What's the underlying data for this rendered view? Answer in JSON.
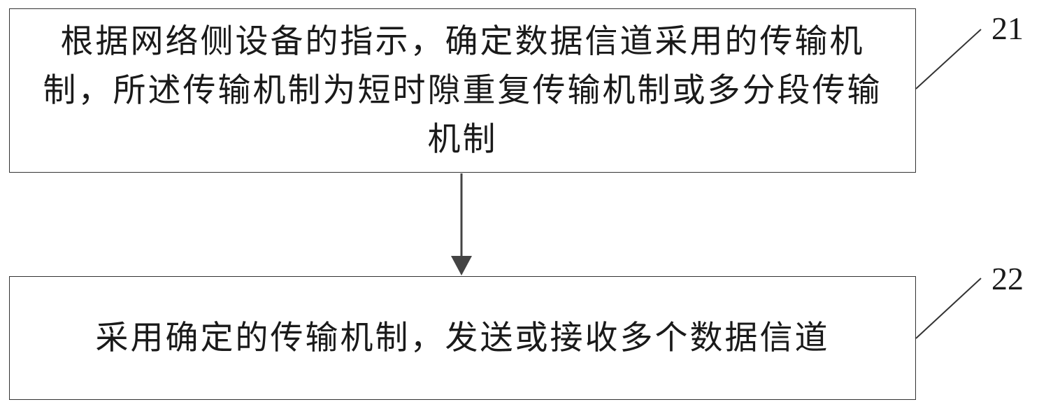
{
  "flowchart": {
    "steps": [
      {
        "id": "21",
        "text": "根据网络侧设备的指示，确定数据信道采用的传输机制，所述传输机制为短时隙重复传输机制或多分段传输机制"
      },
      {
        "id": "22",
        "text": "采用确定的传输机制，发送或接收多个数据信道"
      }
    ],
    "colors": {
      "box_border": "#333333",
      "arrow": "#444444",
      "leader_line": "#333333",
      "text": "#1a1a1a"
    }
  }
}
